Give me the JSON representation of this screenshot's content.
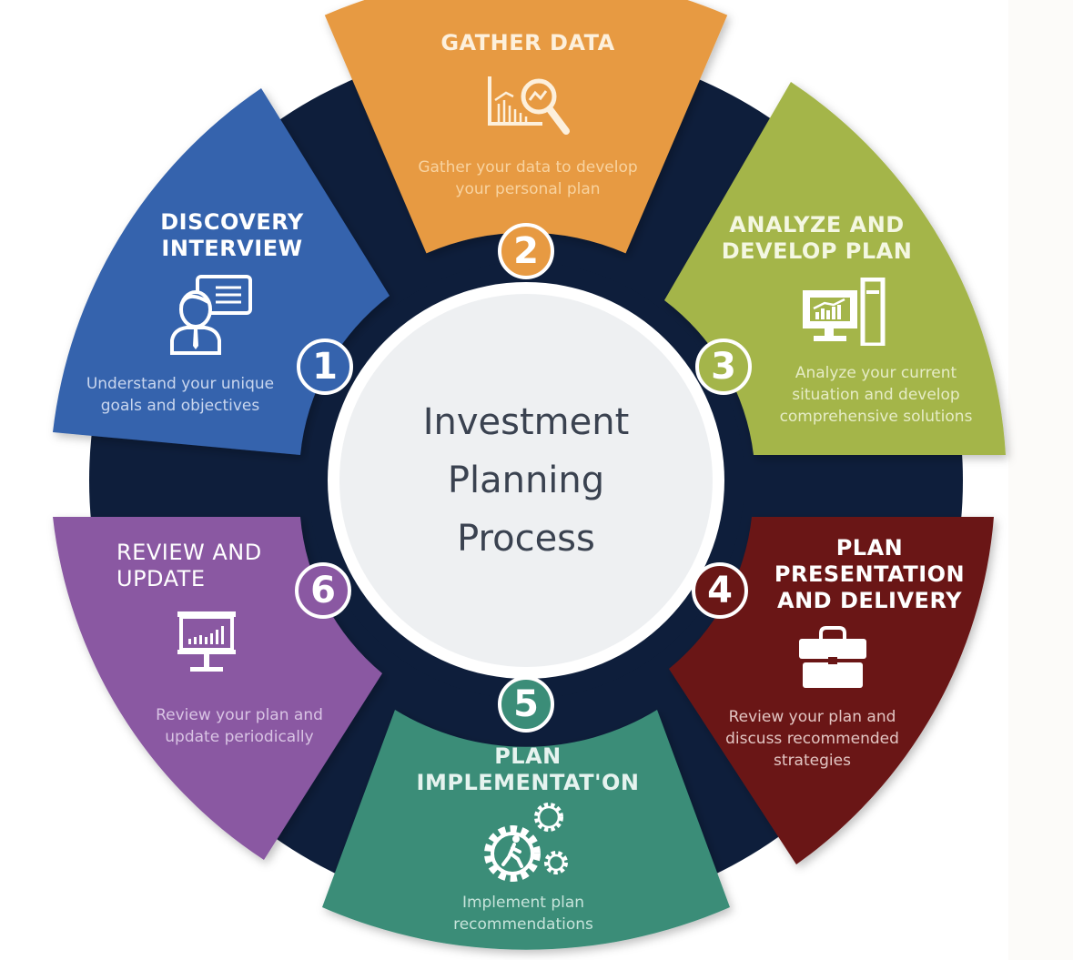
{
  "diagram": {
    "center_title_lines": [
      "Investment",
      "Planning",
      "Process"
    ],
    "colors": {
      "ring": "#0e1e3b",
      "center": "#eef0f2",
      "discovery": "#3563ad",
      "gather": "#e79a42",
      "analyze": "#a4b54a",
      "presentation": "#6a1716",
      "implementation": "#3b8d78",
      "review": "#8a58a2"
    },
    "steps": [
      {
        "number": "1",
        "title_lines": [
          "DISCOVERY",
          "INTERVIEW"
        ],
        "description_lines": [
          "Understand your unique",
          "goals and objectives"
        ],
        "icon": "person-presentation-icon"
      },
      {
        "number": "2",
        "title_lines": [
          "GATHER DATA"
        ],
        "description_lines": [
          "Gather your data to develop",
          "your personal plan"
        ],
        "icon": "chart-magnifier-icon"
      },
      {
        "number": "3",
        "title_lines": [
          "ANALYZE AND",
          "DEVELOP PLAN"
        ],
        "description_lines": [
          "Analyze your current",
          "situation and develop",
          "comprehensive solutions"
        ],
        "icon": "computer-chart-icon"
      },
      {
        "number": "4",
        "title_lines": [
          "PLAN",
          "PRESENTATION",
          "AND DELIVERY"
        ],
        "description_lines": [
          "Review your plan and",
          "discuss recommended",
          "strategies"
        ],
        "icon": "briefcase-icon"
      },
      {
        "number": "5",
        "title_lines": [
          "PLAN",
          "IMPLEMENTAT'ON"
        ],
        "description_lines": [
          "Implement plan",
          "recommendations"
        ],
        "icon": "gears-runner-icon"
      },
      {
        "number": "6",
        "title_lines": [
          "REVIEW AND",
          "UPDATE"
        ],
        "description_lines": [
          "Review your plan and",
          "update periodically"
        ],
        "icon": "presentation-board-icon"
      }
    ]
  }
}
